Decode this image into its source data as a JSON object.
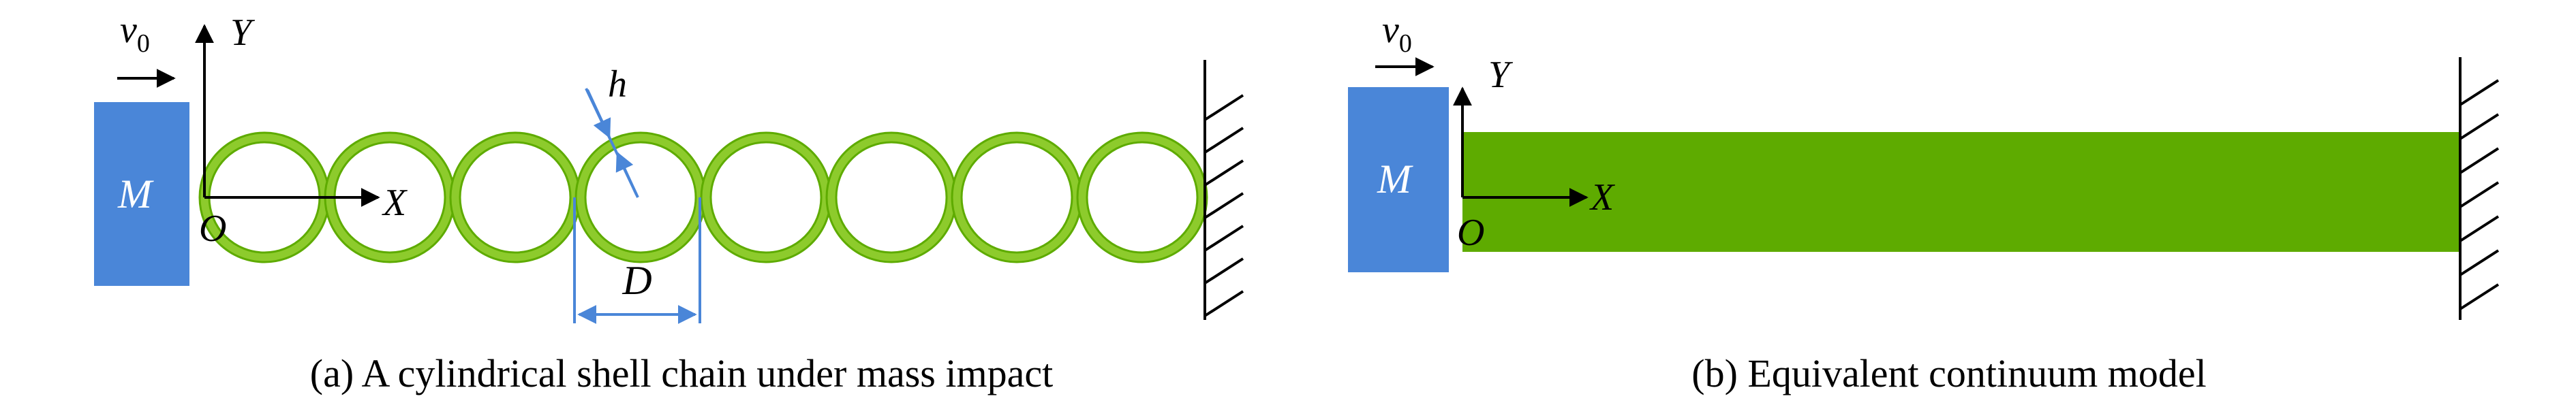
{
  "colors": {
    "mass": "#4A86D8",
    "shell": "#5EAB00",
    "shell_ring_fill": "#8DCB2C",
    "dimension": "#4A86D8",
    "ink": "#000000"
  },
  "panel_a": {
    "mass_label": "M",
    "velocity_label": "v",
    "velocity_subscript": "0",
    "axis_y_label": "Y",
    "axis_x_label": "X",
    "origin_label": "O",
    "thickness_label": "h",
    "diameter_label": "D",
    "shell_count": 8,
    "caption": "(a) A cylindrical shell chain under mass impact"
  },
  "panel_b": {
    "mass_label": "M",
    "velocity_label": "v",
    "velocity_subscript": "0",
    "axis_y_label": "Y",
    "axis_x_label": "X",
    "origin_label": "O",
    "caption": "(b) Equivalent continuum model"
  }
}
